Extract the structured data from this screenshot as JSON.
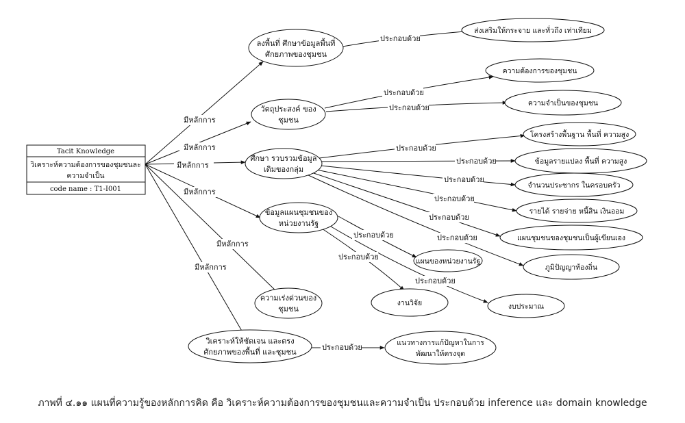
{
  "root": {
    "title": "Tacit Knowledge",
    "body_line1": "วิเคราะห์ความต้องการของชุมชนละ",
    "body_line2": "ความจำเป็น",
    "code": "code name : T1-I001"
  },
  "edge_labels": {
    "principle": "มีหลักการ",
    "consists_of": "ประกอบด้วย"
  },
  "principles": {
    "p1": [
      "ลงพื้นที่ ศึกษาข้อมูลพื้นที่",
      "ศักยภาพของชุมชน"
    ],
    "p2": [
      "วัตถุประสงค์ ของ",
      "ชุมชน"
    ],
    "p3": [
      "ศึกษา รวบรวมข้อมูล",
      "เดิมของกลุ่ม"
    ],
    "p4": [
      "ข้อมูลแผนชุมชนของ",
      "หน่วยงานรัฐ"
    ],
    "p5": [
      "ความเร่งด่วนของ",
      "ชุมชน"
    ],
    "p6": [
      "วิเคราะห์ให้ชัดเจน และตรง",
      "ศักยภาพของพื้นที่ และชุมชน"
    ]
  },
  "details": {
    "d1": "ส่งเสริมให้กระจาย และทั่วถึง เท่าเทียม",
    "d2": "ความต้องการของชุมชน",
    "d3": "ความจำเป็นของชุมชน",
    "d4": "โครงสร้างพื้นฐาน พื้นที่ ความสูง",
    "d5": "ข้อมูลรายแปลง พื้นที่ ความสูง",
    "d6": "จำนวนประชากร ในครอบครัว",
    "d7": "รายได้ รายจ่าย หนี้สิน เงินออม",
    "d8": "แผนชุมชนของชุมชนเป็นผู้เขียนเอง",
    "d9": "ภูมิปัญญาท้องถิ่น",
    "d10": "แผนของหน่วยงานรัฐ",
    "d11": "งานวิจัย",
    "d12": "งบประมาณ",
    "d13": [
      "แนวทางการแก้ปัญหาในการ",
      "พัฒนาให้ตรงจุด"
    ]
  },
  "caption": "ภาพที่ ๔.๑๑ แผนที่ความรู้ของหลักการคิด คือ วิเคราะห์ความต้องการของชุมชนและความจำเป็น ประกอบด้วย inference และ domain knowledge"
}
